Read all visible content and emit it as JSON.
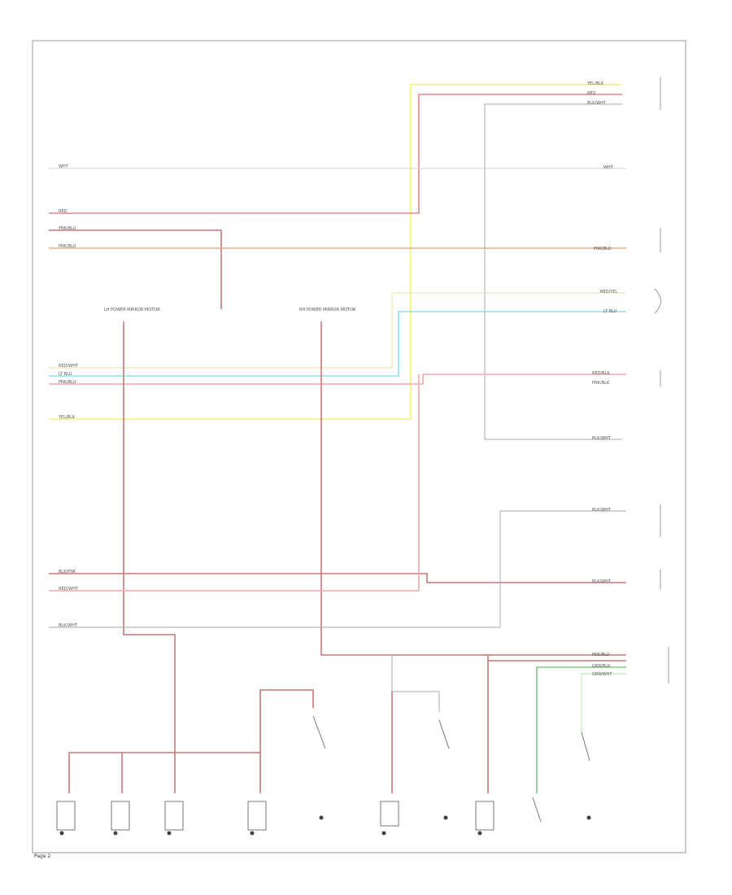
{
  "colors": {
    "yellow": "#f2ee7a",
    "red": "#e8868c",
    "pink": "#f0a8ae",
    "gray": "#a8a8a8",
    "brown_red": "#c47a7a",
    "orange": "#d8b090",
    "cyan": "#8fe0ec",
    "green": "#7fc97f",
    "light_green": "#b6e6a8",
    "border": "#9a9a9a"
  },
  "labels": {
    "left_module_title": "LH POWER MIRROR MOTOR",
    "right_module_title": "RH POWER MIRROR MOTOR",
    "page_ref": "Page 2"
  },
  "connectors_right": [
    "YEL/BLK",
    "RED",
    "BLK/WHT",
    "WHT",
    "PNK/BLU",
    "RED/YEL",
    "LT BLU",
    "RED/BLK",
    "PNK/BLK",
    "BLK/WHT",
    "BLK/WHT",
    "BLK/WHT",
    "PNK/BLU",
    "GRN/BLK",
    "GRN/WHT"
  ],
  "connectors_left": [
    "WHT",
    "RED",
    "PNK/BLU",
    "PNK/BLU",
    "RED/WHT",
    "LT BLU",
    "PNK/BLU",
    "YEL/BLK",
    "BLK/PNK",
    "RED/WHT",
    "BLK/WHT"
  ]
}
